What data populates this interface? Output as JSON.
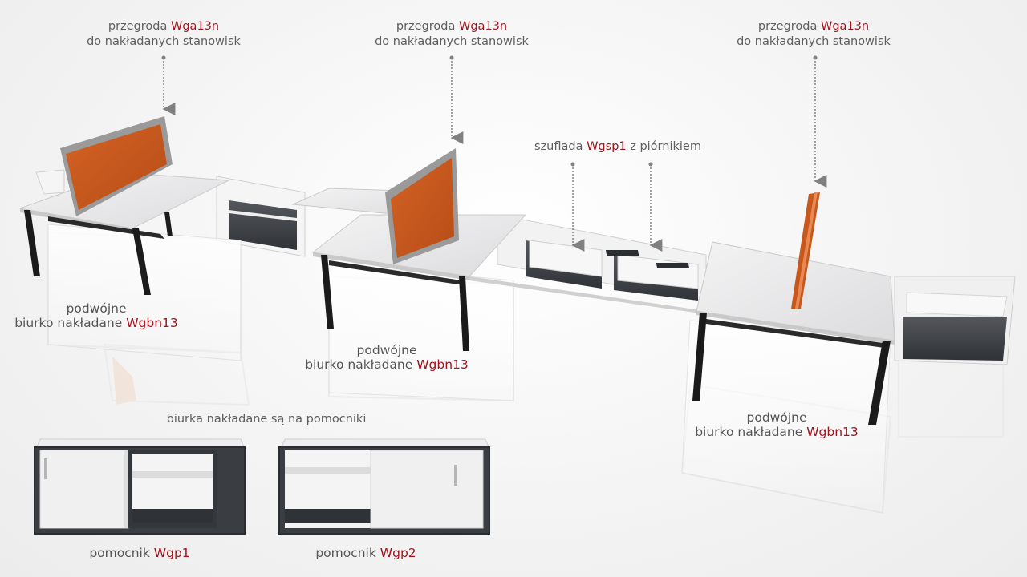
{
  "callouts": {
    "partition_1": {
      "line1_prefix": "przegroda",
      "code": "Wga13n",
      "line2": "do nakładanych stanowisk"
    },
    "partition_2": {
      "line1_prefix": "przegroda",
      "code": "Wga13n",
      "line2": "do nakładanych stanowisk"
    },
    "partition_3": {
      "line1_prefix": "przegroda",
      "code": "Wga13n",
      "line2": "do nakładanych stanowisk"
    },
    "drawer": {
      "prefix": "szuflada",
      "code": "Wgsp1",
      "suffix": "z piórnikiem"
    },
    "desk_1": {
      "line1": "podwójne",
      "line2_prefix": "biurko nakładane",
      "code": "Wgbn13"
    },
    "desk_2": {
      "line1": "podwójne",
      "line2_prefix": "biurko nakładane",
      "code": "Wgbn13"
    },
    "desk_3": {
      "line1": "podwójne",
      "line2_prefix": "biurko nakładane",
      "code": "Wgbn13"
    },
    "note": "biurka nakładane są na pomocniki",
    "cabinet_1": {
      "prefix": "pomocnik",
      "code": "Wgp1"
    },
    "cabinet_2": {
      "prefix": "pomocnik",
      "code": "Wgp2"
    }
  },
  "colors": {
    "code_red": "#a3121c",
    "panel_orange": "#c8571c",
    "panel_frame": "#9a9a9a",
    "desktop": "#e9e9ea",
    "carcass_dark": "#3a3d42",
    "legs": "#1b1b1b",
    "arrow": "#808080"
  }
}
